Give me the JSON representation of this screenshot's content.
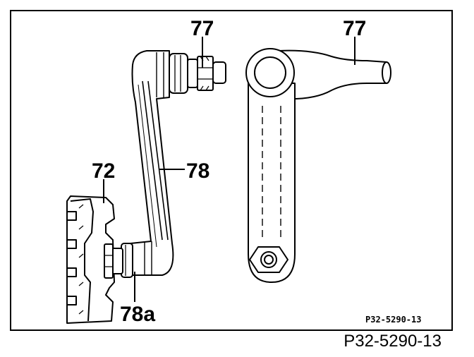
{
  "labels": {
    "part_77_left": "77",
    "part_77_right": "77",
    "part_78": "78",
    "part_72": "72",
    "part_78a": "78a"
  },
  "inner_code": "P32-5290-13",
  "footer_code": "P32-5290-13"
}
